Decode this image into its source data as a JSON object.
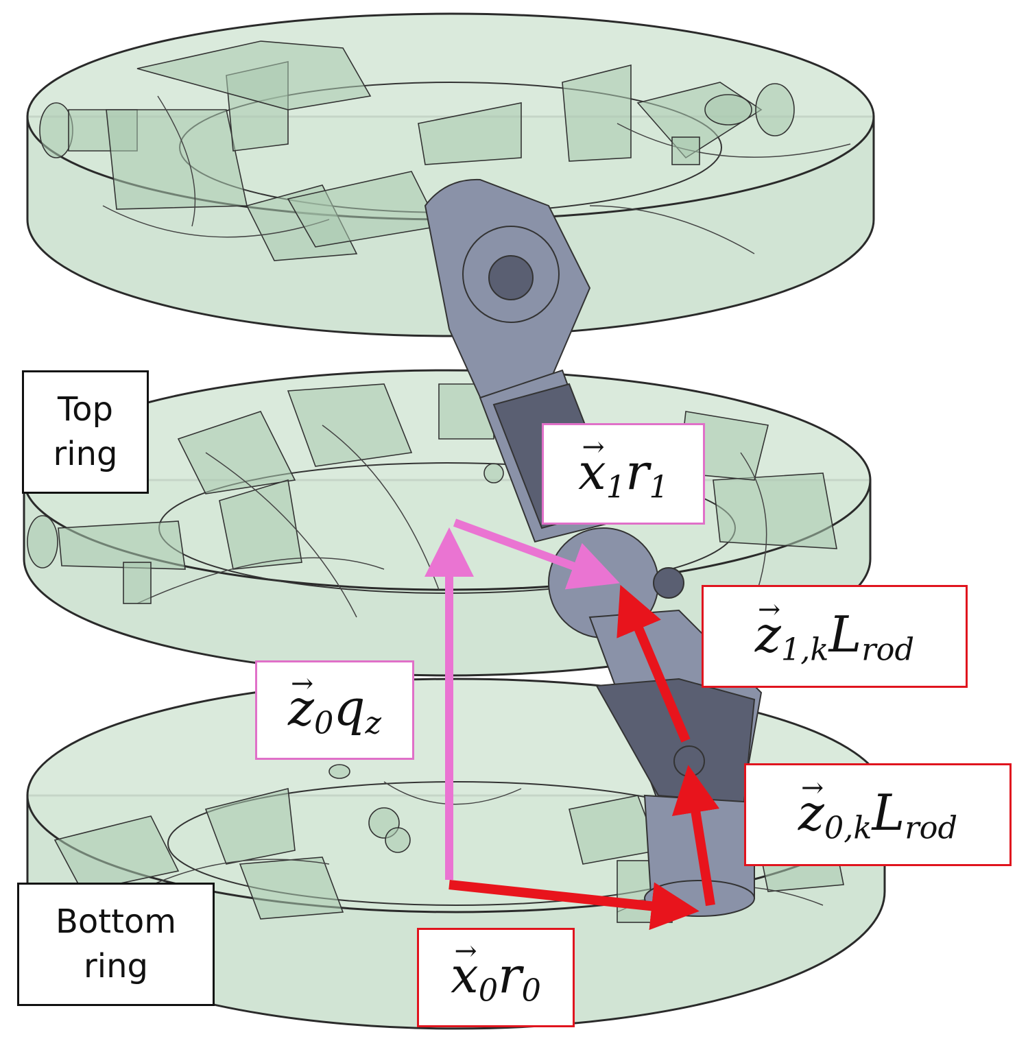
{
  "labels": {
    "top_ring": {
      "line1": "Top",
      "line2": "ring"
    },
    "bottom_ring": {
      "line1": "Bottom",
      "line2": "ring"
    }
  },
  "vectors": {
    "x1r1": {
      "vec": "x",
      "vec_sub": "1",
      "scalar": "r",
      "scalar_sub": "1",
      "box_color": "#e070c8"
    },
    "z0qz": {
      "vec": "z",
      "vec_sub": "0",
      "scalar": "q",
      "scalar_sub": "z",
      "box_color": "#e070c8"
    },
    "z1k_Lrod": {
      "vec": "z",
      "vec_sub": "1,k",
      "scalar": "L",
      "scalar_sub": "rod",
      "box_color": "#e0141e"
    },
    "z0k_Lrod": {
      "vec": "z",
      "vec_sub": "0,k",
      "scalar": "L",
      "scalar_sub": "rod",
      "box_color": "#e0141e"
    },
    "x0r0": {
      "vec": "x",
      "vec_sub": "0",
      "scalar": "r",
      "scalar_sub": "0",
      "box_color": "#e0141e"
    }
  },
  "colors": {
    "ring_fill": "#c9dfcc",
    "rod_fill": "#8a92a8",
    "pink_arrow": "#ea74d2",
    "red_arrow": "#e8141c"
  }
}
